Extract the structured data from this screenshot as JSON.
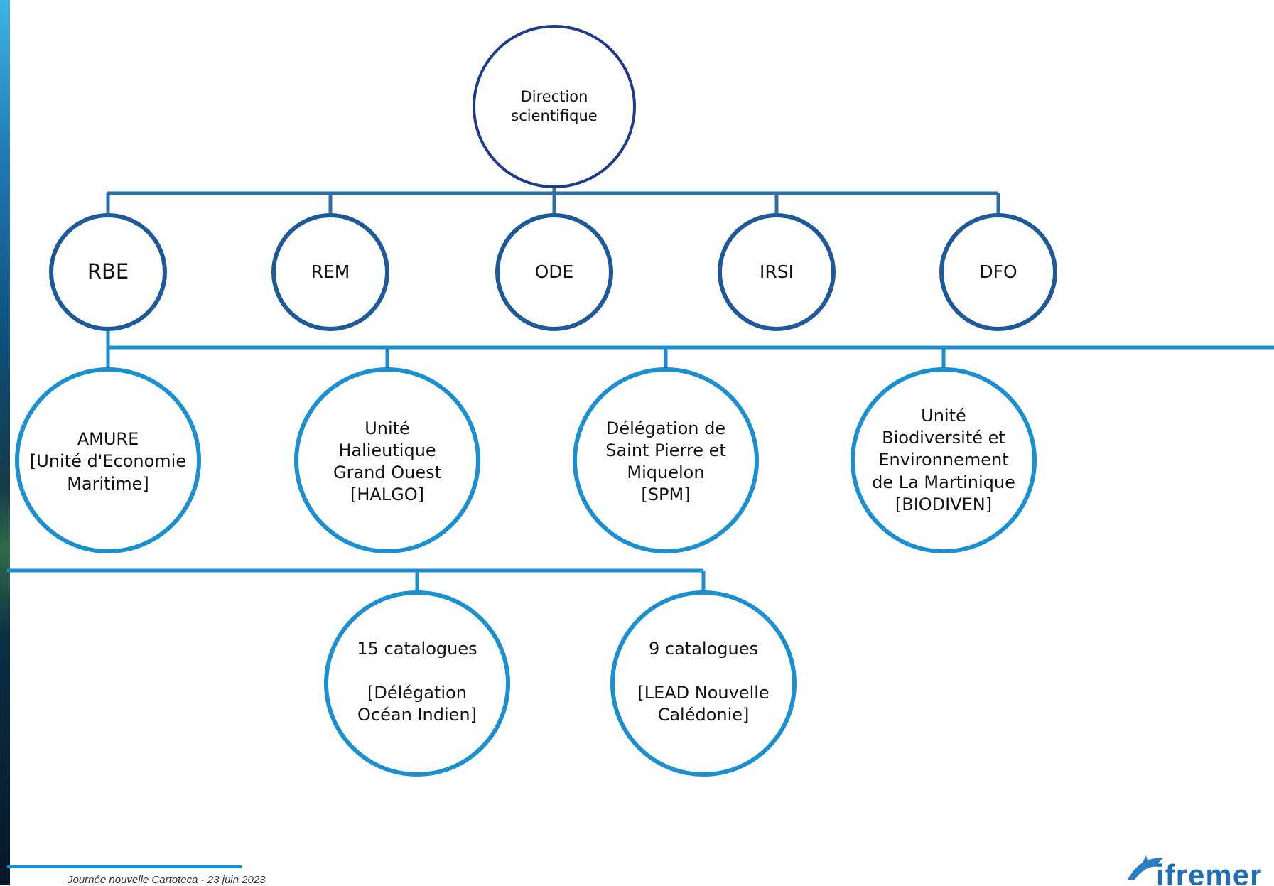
{
  "diagram": {
    "root": {
      "label": "Direction\nscientifique"
    },
    "directorates": [
      {
        "label": "RBE"
      },
      {
        "label": "REM"
      },
      {
        "label": "ODE"
      },
      {
        "label": "IRSI"
      },
      {
        "label": "DFO"
      }
    ],
    "units": [
      {
        "label": "AMURE\n[Unité d'Economie\nMaritime]"
      },
      {
        "label": "Unité\nHalieutique\nGrand Ouest\n[HALGO]"
      },
      {
        "label": "Délégation de\nSaint Pierre et\nMiquelon\n[SPM]"
      },
      {
        "label": "Unité\nBiodiversité et\nEnvironnement\nde La Martinique\n[BIODIVEN]"
      }
    ],
    "catalogues": [
      {
        "label": "15 catalogues\n\n[Délégation\nOcéan Indien]"
      },
      {
        "label": "9 catalogues\n\n[LEAD Nouvelle\nCalédonie]"
      }
    ]
  },
  "colors": {
    "root_stroke": "#1f3c8c",
    "directorate_stroke": "#1e5a99",
    "unit_stroke": "#1a8fd1",
    "catalogue_stroke": "#1a8fd1",
    "connector_top": "#2e6ea6",
    "connector_mid": "#1a8fd1",
    "connector_bottom": "#1a8fd1"
  },
  "footer": {
    "caption": "Journée nouvelle Cartoteca - 23 juin 2023"
  },
  "logo": {
    "name": "dolphin-logo",
    "text": "ifremer"
  }
}
